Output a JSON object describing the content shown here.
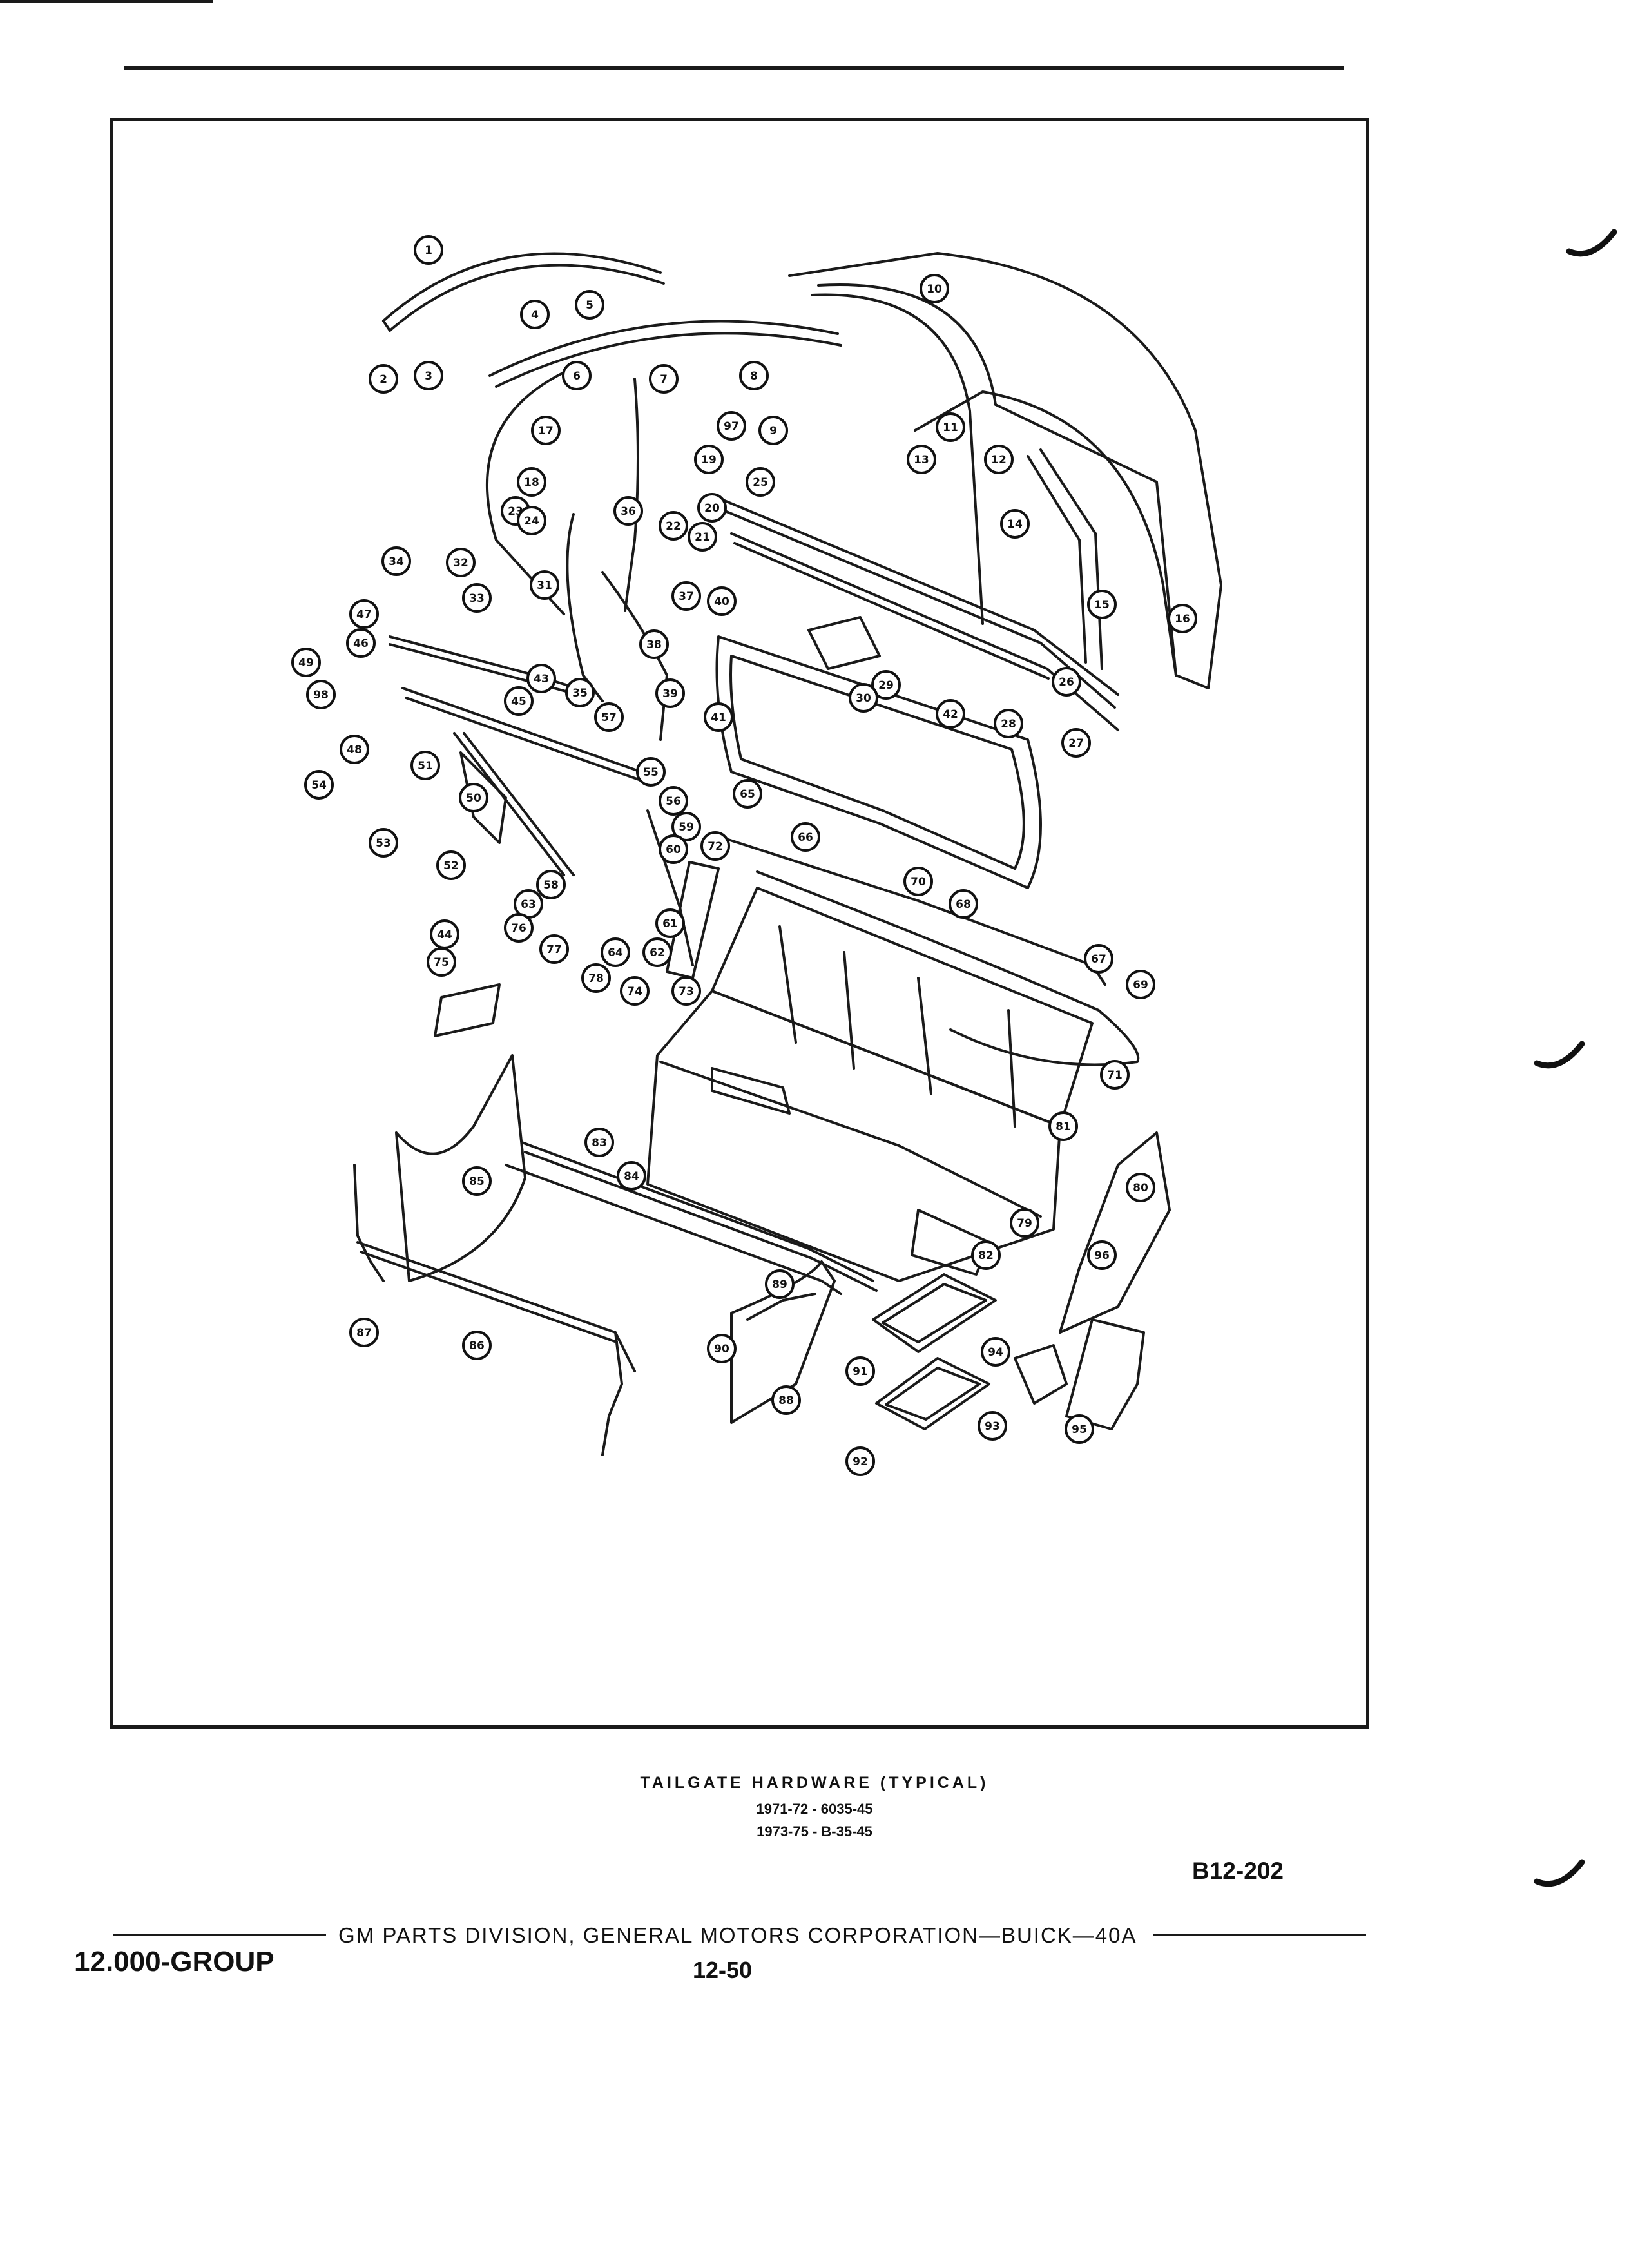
{
  "figure": {
    "title": "TAILGATE HARDWARE (TYPICAL)",
    "applicability": [
      "1971-72 - 6035-45",
      "1973-75 - B-35-45"
    ],
    "reference": "B12-202"
  },
  "footer": {
    "publisher": "GM PARTS DIVISION, GENERAL MOTORS CORPORATION—BUICK—40A",
    "group": "12.000-GROUP",
    "page": "12-50"
  },
  "callouts": [
    {
      "n": "1"
    },
    {
      "n": "2"
    },
    {
      "n": "3"
    },
    {
      "n": "4"
    },
    {
      "n": "5"
    },
    {
      "n": "6"
    },
    {
      "n": "7"
    },
    {
      "n": "8"
    },
    {
      "n": "9"
    },
    {
      "n": "10"
    },
    {
      "n": "11"
    },
    {
      "n": "12"
    },
    {
      "n": "13"
    },
    {
      "n": "14"
    },
    {
      "n": "15"
    },
    {
      "n": "16"
    },
    {
      "n": "17"
    },
    {
      "n": "18"
    },
    {
      "n": "19"
    },
    {
      "n": "20"
    },
    {
      "n": "21"
    },
    {
      "n": "22"
    },
    {
      "n": "23"
    },
    {
      "n": "24"
    },
    {
      "n": "25"
    },
    {
      "n": "26"
    },
    {
      "n": "27"
    },
    {
      "n": "28"
    },
    {
      "n": "29"
    },
    {
      "n": "30"
    },
    {
      "n": "31"
    },
    {
      "n": "32"
    },
    {
      "n": "33"
    },
    {
      "n": "34"
    },
    {
      "n": "35"
    },
    {
      "n": "36"
    },
    {
      "n": "37"
    },
    {
      "n": "38"
    },
    {
      "n": "39"
    },
    {
      "n": "40"
    },
    {
      "n": "41"
    },
    {
      "n": "42"
    },
    {
      "n": "43"
    },
    {
      "n": "44"
    },
    {
      "n": "45"
    },
    {
      "n": "46"
    },
    {
      "n": "47"
    },
    {
      "n": "48"
    },
    {
      "n": "49"
    },
    {
      "n": "50"
    },
    {
      "n": "51"
    },
    {
      "n": "52"
    },
    {
      "n": "53"
    },
    {
      "n": "54"
    },
    {
      "n": "55"
    },
    {
      "n": "56"
    },
    {
      "n": "57"
    },
    {
      "n": "58"
    },
    {
      "n": "59"
    },
    {
      "n": "60"
    },
    {
      "n": "61"
    },
    {
      "n": "62"
    },
    {
      "n": "63"
    },
    {
      "n": "64"
    },
    {
      "n": "65"
    },
    {
      "n": "66"
    },
    {
      "n": "67"
    },
    {
      "n": "68"
    },
    {
      "n": "69"
    },
    {
      "n": "70"
    },
    {
      "n": "71"
    },
    {
      "n": "72"
    },
    {
      "n": "73"
    },
    {
      "n": "74"
    },
    {
      "n": "75"
    },
    {
      "n": "76"
    },
    {
      "n": "77"
    },
    {
      "n": "78"
    },
    {
      "n": "79"
    },
    {
      "n": "80"
    },
    {
      "n": "81"
    },
    {
      "n": "82"
    },
    {
      "n": "83"
    },
    {
      "n": "84"
    },
    {
      "n": "85"
    },
    {
      "n": "86"
    },
    {
      "n": "87"
    },
    {
      "n": "88"
    },
    {
      "n": "89"
    },
    {
      "n": "90"
    },
    {
      "n": "91"
    },
    {
      "n": "92"
    },
    {
      "n": "93"
    },
    {
      "n": "94"
    },
    {
      "n": "95"
    },
    {
      "n": "96"
    },
    {
      "n": "97"
    },
    {
      "n": "98"
    }
  ]
}
